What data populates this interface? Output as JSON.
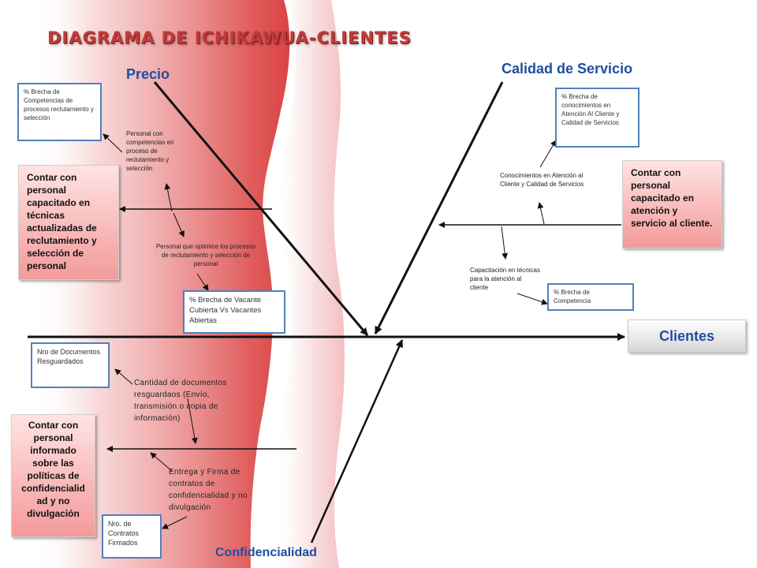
{
  "title": "DIAGRAMA DE ICHIKAWUA-CLIENTES",
  "categories": {
    "precio": "Precio",
    "calidad": "Calidad de Servicio",
    "confidencialidad": "Confidencialidad"
  },
  "effect": "Clientes",
  "precio": {
    "metric_competencias": "% Brecha de Competencias de procesos reclutamiento y selección",
    "cause_competencias": "Personal con competencias en proceso de reclutamiento y selección",
    "goal": "Contar con personal capacitado en técnicas actualizadas de reclutamiento y selección de personal",
    "cause_optimice": "Personal que optimice los procesos de reclutamiento y selección de personal",
    "metric_vacante": "% Brecha de Vacante Cubierta Vs Vacantes Abiertas"
  },
  "calidad": {
    "metric_conocimientos": "% Brecha de conocimientos en Atención Al Cliente y Calidad de Servicios",
    "cause_conocimientos": "Conocimientos en Atención al Cliente y Calidad de Servicios",
    "goal": "Contar con personal capacitado en atención y servicio al cliente.",
    "cause_capacitacion": "Capacitación en técnicas para la atención al cliente",
    "metric_competencia": "% Brecha de Competencia"
  },
  "confidencialidad": {
    "metric_documentos": "Nro de Documentos Resguardados",
    "cause_documentos": "Cantidad de documentos resguardaos (Envío, transmisión o copia de información)",
    "goal": "Contar con personal informado sobre las políticas de confidencialid ad y no divulgación",
    "cause_contratos": "Entrega y Firma de contratos de confidencialidad y no divulgación",
    "metric_contratos": "Nro. de Contratos Firmados"
  },
  "colors": {
    "accent_blue": "#1f4e9e",
    "box_border": "#4f81bd",
    "title_red": "#c33a3a",
    "goal_fill": "#f49a9a",
    "background_red": "#d83a3a"
  }
}
